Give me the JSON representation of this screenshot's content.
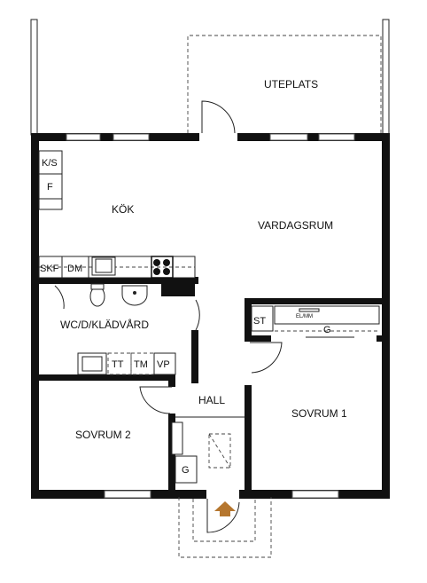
{
  "rooms": {
    "uteplats": "UTEPLATS",
    "kok": "KÖK",
    "vardagsrum": "VARDAGSRUM",
    "wc": "WC/D/KLÄDVÅRD",
    "hall": "HALL",
    "sovrum1": "SOVRUM 1",
    "sovrum2": "SOVRUM 2"
  },
  "fixtures": {
    "ks": "K/S",
    "f": "F",
    "skf": "SKF",
    "dm": "DM",
    "st": "ST",
    "elmm": "EL/MM",
    "g_wardrobe": "G",
    "g_hall": "G",
    "tt": "TT",
    "tm": "TM",
    "vp": "VP"
  },
  "colors": {
    "wall": "#111111",
    "entrance_arrow": "#b5762e"
  }
}
